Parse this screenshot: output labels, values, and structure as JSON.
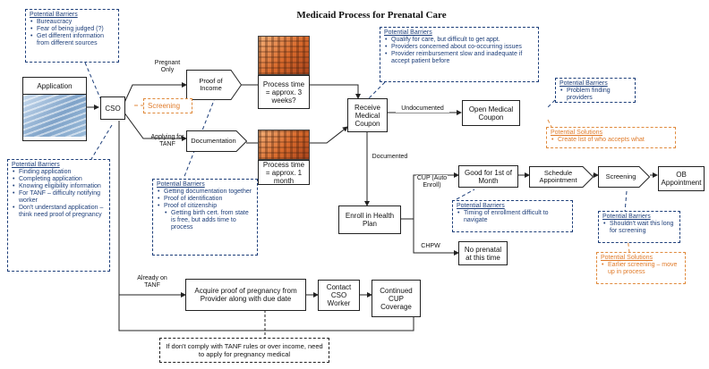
{
  "title": "Medicaid Process for Prenatal Care",
  "nodes": {
    "application": "Application",
    "cso": "CSO",
    "proof_of_income": "Proof of Income",
    "documentation": "Documentation",
    "process_time_3": "Process time = approx. 3 weeks?",
    "process_time_1": "Process time = approx. 1 month",
    "receive_coupon": "Receive Medical Coupon",
    "open_coupon": "Open Medical Coupon",
    "enroll": "Enroll in Health Plan",
    "good_for_1st": "Good for 1st of Month",
    "schedule": "Schedule Appointment",
    "screening": "Screening",
    "ob": "OB Appointment",
    "no_prenatal": "No prenatal at this time",
    "acquire_proof": "Acquire proof of pregnancy from Provider along with due date",
    "contact_cso": "Contact CSO Worker",
    "continued_cup": "Continued CUP Coverage"
  },
  "edge_labels": {
    "pregnant_only": "Pregnant Only",
    "applying_tanf": "Applying for TANF",
    "undocumented": "Undocumented",
    "documented": "Documented",
    "cup": "CUP (Auto Enroll)",
    "chpw": "CHPW",
    "already_tanf": "Already on TANF"
  },
  "notes": {
    "top_left": {
      "heading": "Potential Barriers",
      "items": [
        "Bureaucracy",
        "Fear of being judged (?)",
        "Get different information from different sources"
      ]
    },
    "left": {
      "heading": "Potential Barriers",
      "items": [
        "Finding application",
        "Completing application",
        "Knowing eligibility information",
        "For TANF – difficulty notifying worker",
        "Don't understand application – think need proof of pregnancy"
      ]
    },
    "screening_orange": "Screening",
    "documentation": {
      "heading": "Potential Barriers",
      "items": [
        "Getting documentation together",
        "Proof of identification",
        "Proof of citizenship"
      ],
      "sub": "Getting birth cert. from state is free, but adds time to process"
    },
    "top_center": {
      "heading": "Potential Barriers",
      "items": [
        "Qualify for care, but difficult to get appt.",
        "Providers concerned about co-occurring issues",
        "Provider reimbursement slow and inadequate if accept patient before"
      ]
    },
    "top_right": {
      "heading": "Potential Barriers",
      "items": [
        "Problem finding providers"
      ]
    },
    "solutions_right": {
      "heading": "Potential Solutions",
      "items": [
        "Create list of who accepts what"
      ]
    },
    "enrollment": {
      "heading": "Potential Barriers",
      "items": [
        "Timing of enrollment difficult to navigate"
      ]
    },
    "screening_barriers": {
      "heading": "Potential Barriers",
      "items": [
        "Shouldn't wait this long for screening"
      ]
    },
    "screening_solutions": {
      "heading": "Potential Solutions",
      "items": [
        "Earlier screening – move up in process"
      ]
    },
    "bottom": "If don't comply with TANF rules or over income, need to apply for pregnancy medical"
  }
}
